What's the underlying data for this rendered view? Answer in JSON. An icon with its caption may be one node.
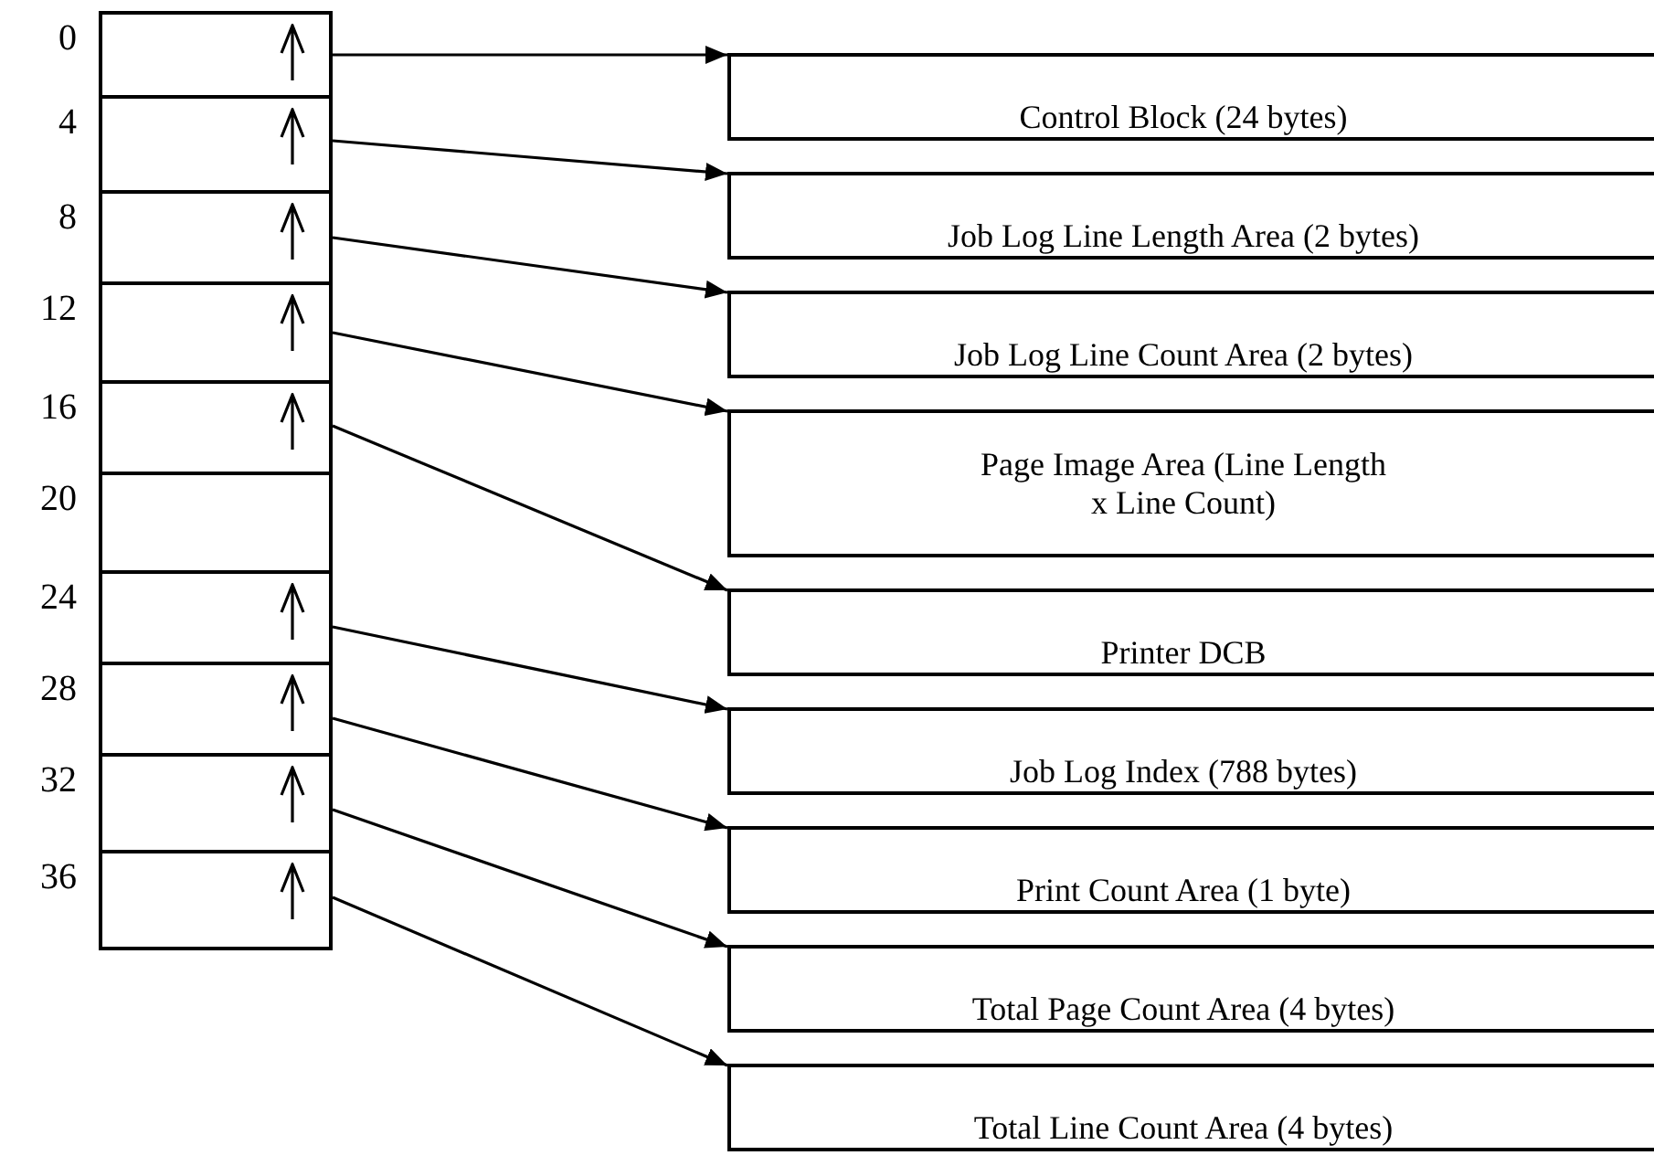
{
  "diagram": {
    "nodes": [
      {
        "text": [],
        "shape": "box",
        "beside": [
          "0"
        ]
      },
      {
        "text": [],
        "shape": "box",
        "beside": [
          "4"
        ]
      },
      {
        "text": [],
        "shape": "box",
        "beside": [
          "8"
        ]
      },
      {
        "text": [],
        "shape": "box",
        "beside": [
          "12"
        ]
      },
      {
        "text": [],
        "shape": "box",
        "beside": [
          "16"
        ]
      },
      {
        "text": [],
        "shape": "box",
        "beside": [
          "20"
        ]
      },
      {
        "text": [],
        "shape": "box",
        "beside": [
          "24"
        ]
      },
      {
        "text": [],
        "shape": "box",
        "beside": [
          "28"
        ]
      },
      {
        "text": [],
        "shape": "box",
        "beside": [
          "32"
        ]
      },
      {
        "text": [],
        "shape": "box",
        "beside": [
          "36"
        ]
      },
      {
        "text": [
          "Control Block (24 bytes)"
        ]
      },
      {
        "text": [
          "Job Log Line Length Area (2 bytes)"
        ]
      },
      {
        "text": [
          "Job Log Line Count Area (2 bytes)"
        ]
      },
      {
        "text": [
          "Page Image Area (Line Length x Line Count)"
        ]
      },
      {
        "text": [
          "Printer DCB"
        ]
      },
      {
        "text": [
          "Job Log Index (788 bytes)"
        ]
      },
      {
        "text": [
          "Print Count Area (1 byte)"
        ]
      },
      {
        "text": [
          "Total Page Count Area (4 bytes)"
        ]
      },
      {
        "text": [
          "Total Line Count Area (4 bytes)"
        ]
      }
    ],
    "edges": [
      {
        "from": 0,
        "to": 10,
        "arrow": "to"
      },
      {
        "from": 1,
        "to": 11,
        "arrow": "to"
      },
      {
        "from": 2,
        "to": 12,
        "arrow": "to"
      },
      {
        "from": 3,
        "to": 13,
        "arrow": "to"
      },
      {
        "from": 4,
        "to": 14,
        "arrow": "to"
      },
      {
        "from": 6,
        "to": 15,
        "arrow": "to"
      },
      {
        "from": 7,
        "to": 16,
        "arrow": "to"
      },
      {
        "from": 8,
        "to": 17,
        "arrow": "to"
      },
      {
        "from": 9,
        "to": 18,
        "arrow": "to"
      }
    ]
  }
}
